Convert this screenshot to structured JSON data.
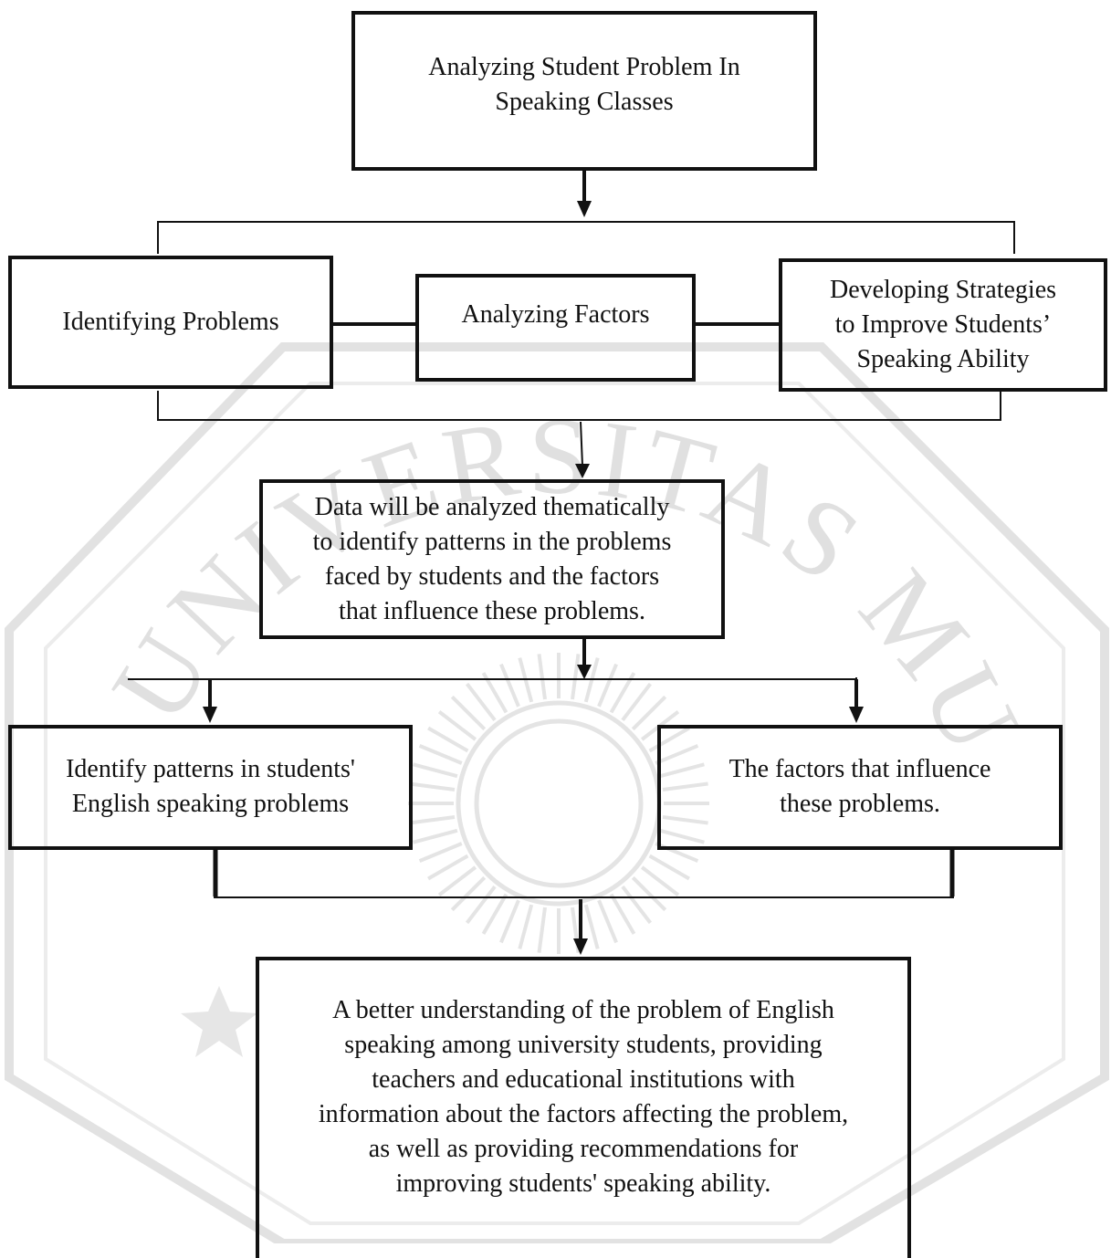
{
  "title_box": "Analyzing Student Problem In\nSpeaking Classes",
  "steps": [
    "Identifying Problems",
    "Analyzing Factors",
    "Developing Strategies\nto Improve Students’\nSpeaking Ability"
  ],
  "analysis_box": "Data will be analyzed thematically\nto identify patterns in the problems\nfaced by students and the factors\nthat influence these problems.",
  "outputs": [
    "Identify patterns in students'\nEnglish speaking problems",
    "The factors that influence\nthese problems."
  ],
  "result_box": "A better understanding of the problem of English\nspeaking among university students, providing\nteachers and educational institutions with\ninformation about the factors affecting the problem,\nas well as providing recommendations for\nimproving students' speaking ability.",
  "watermark": {
    "text": "UNIVERSITAS MUHAMMADIYAH",
    "color": "#d9d9d9",
    "icons": [
      "sun-emblem-icon",
      "star-icon"
    ]
  }
}
